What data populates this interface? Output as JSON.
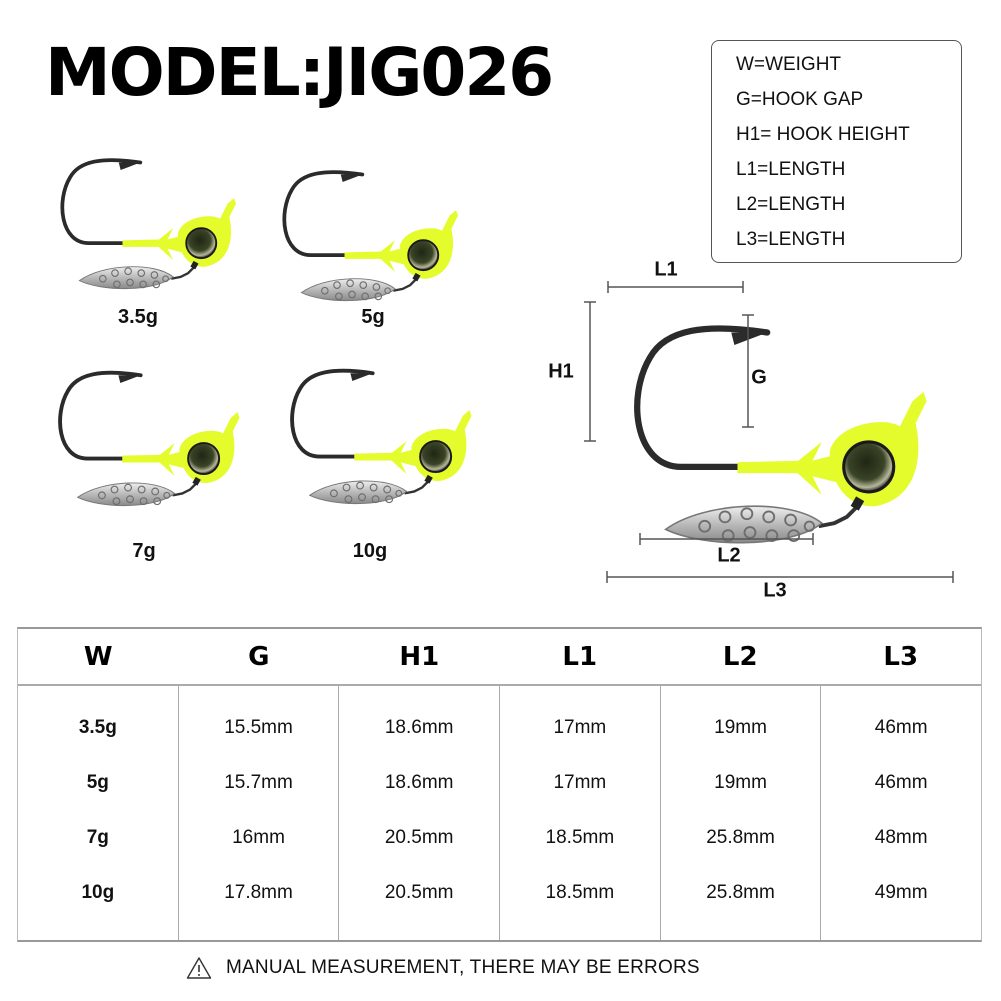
{
  "title": "MODEL:JIG026",
  "legend": {
    "items": [
      "W=WEIGHT",
      "G=HOOK GAP",
      "H1= HOOK HEIGHT",
      "L1=LENGTH",
      "L2=LENGTH",
      "L3=LENGTH"
    ]
  },
  "colors": {
    "body": "#e4fb2c",
    "hook": "#2b2b2b",
    "blade": "#c9c9c9",
    "eye": "#2e3420",
    "dimension_line": "#555555"
  },
  "lures": [
    {
      "label": "3.5g",
      "icon": "jig-lure-icon"
    },
    {
      "label": "5g",
      "icon": "jig-lure-icon"
    },
    {
      "label": "7g",
      "icon": "jig-lure-icon"
    },
    {
      "label": "10g",
      "icon": "jig-lure-icon"
    }
  ],
  "diagram": {
    "labels": {
      "L1": "L1",
      "H1": "H1",
      "G": "G",
      "L2": "L2",
      "L3": "L3"
    }
  },
  "table": {
    "headers": [
      "W",
      "G",
      "H1",
      "L1",
      "L2",
      "L3"
    ],
    "columns": [
      [
        "3.5g",
        "5g",
        "7g",
        "10g"
      ],
      [
        "15.5mm",
        "15.7mm",
        "16mm",
        "17.8mm"
      ],
      [
        "18.6mm",
        "18.6mm",
        "20.5mm",
        "20.5mm"
      ],
      [
        "17mm",
        "17mm",
        "18.5mm",
        "18.5mm"
      ],
      [
        "19mm",
        "19mm",
        "25.8mm",
        "25.8mm"
      ],
      [
        "46mm",
        "46mm",
        "48mm",
        "49mm"
      ]
    ]
  },
  "warning": {
    "icon": "warning-triangle-icon",
    "text": "MANUAL MEASUREMENT, THERE MAY BE ERRORS"
  }
}
